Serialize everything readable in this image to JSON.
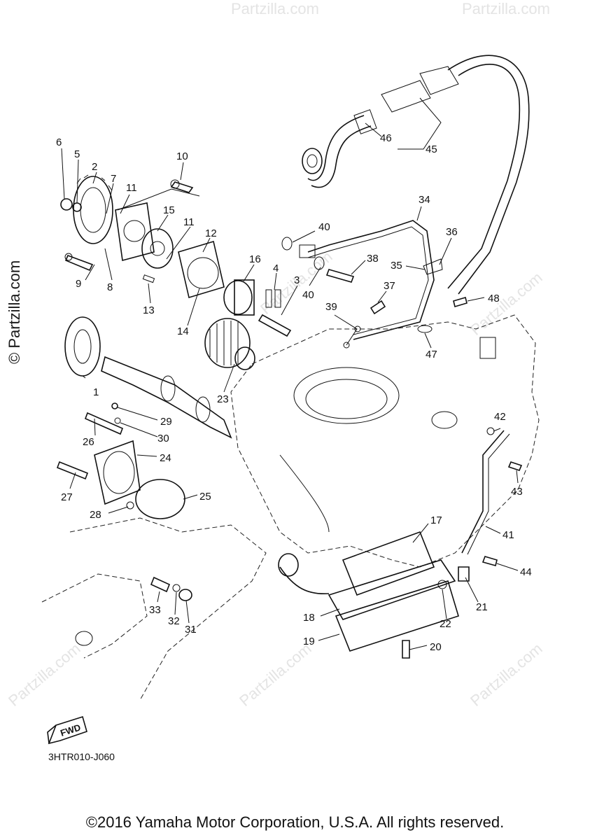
{
  "watermark": {
    "text": "© Partzilla.com",
    "short": "Partzilla.com"
  },
  "diagram": {
    "part_labels": [
      "1",
      "2",
      "3",
      "4",
      "5",
      "6",
      "7",
      "8",
      "9",
      "10",
      "11",
      "12",
      "13",
      "14",
      "15",
      "16",
      "17",
      "18",
      "19",
      "20",
      "21",
      "22",
      "23",
      "24",
      "25",
      "26",
      "27",
      "28",
      "29",
      "30",
      "31",
      "32",
      "33",
      "34",
      "35",
      "36",
      "37",
      "38",
      "39",
      "40",
      "41",
      "42",
      "43",
      "44",
      "45",
      "46",
      "47",
      "48"
    ],
    "labels_11": "11",
    "labels_39": "39",
    "labels_40": "40",
    "fwd_label": "FWD",
    "drawing_code": "3HTR010-J060"
  },
  "footer": {
    "copyright": "©2016 Yamaha Motor Corporation, U.S.A. All rights reserved."
  }
}
